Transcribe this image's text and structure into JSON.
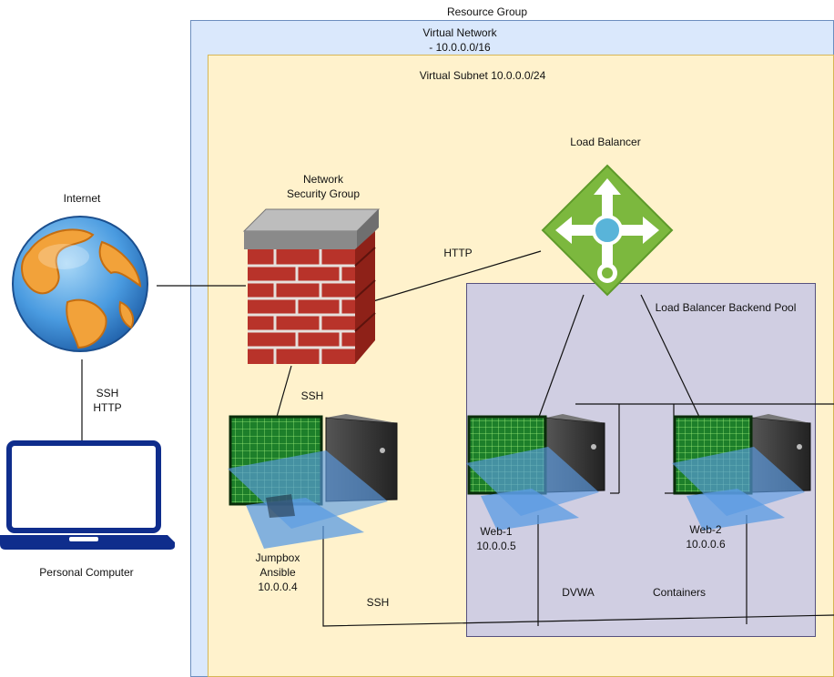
{
  "diagram": {
    "resource_group": "Resource Group",
    "virtual_network": "Virtual Network\n- 10.0.0.0/16",
    "virtual_subnet": "Virtual Subnet 10.0.0.0/24",
    "internet": "Internet",
    "personal_computer": "Personal Computer",
    "nsg": "Network\nSecurity Group",
    "load_balancer": "Load Balancer",
    "backend_pool": "Load Balancer Backend Pool",
    "jumpbox": "Jumpbox\nAnsible\n10.0.0.4",
    "web1": "Web-1\n10.0.0.5",
    "web2": "Web-2\n10.0.0.6",
    "edge_ssh_http": "SSH\nHTTP",
    "edge_http": "HTTP",
    "edge_ssh_nsg_jump": "SSH",
    "edge_ssh_jump_web": "SSH",
    "dvwa": "DVWA",
    "containers": "Containers",
    "colors": {
      "resource_group_fill": "#dae8fc",
      "resource_group_border": "#6c8ebf",
      "subnet_fill": "#fff2cc",
      "subnet_border": "#d6b656",
      "pool_fill": "#d0cee2",
      "pool_border": "#56517e",
      "lb_green": "#7cb83e",
      "brick_red": "#c0392b",
      "laptop_blue": "#0f2d8c"
    }
  }
}
